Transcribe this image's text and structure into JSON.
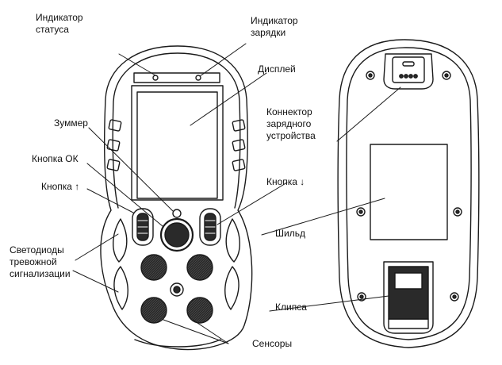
{
  "labels": {
    "status_indicator": "Индикатор\nстатуса",
    "charge_indicator": "Индикатор\nзарядки",
    "display": "Дисплей",
    "buzzer": "Зуммер",
    "ok_button": "Кнопка ОК",
    "up_button": "Кнопка ↑",
    "alarm_leds": "Светодиоды\nтревожной\nсигнализации",
    "charger_connector": "Коннектор\nзарядного\nустройства",
    "down_button": "Кнопка ↓",
    "nameplate": "Шильд",
    "clip": "Клипса",
    "sensors": "Сенсоры"
  },
  "colors": {
    "line": "#1a1a1a",
    "fill_dark": "#2a2a2a",
    "background": "#ffffff"
  }
}
